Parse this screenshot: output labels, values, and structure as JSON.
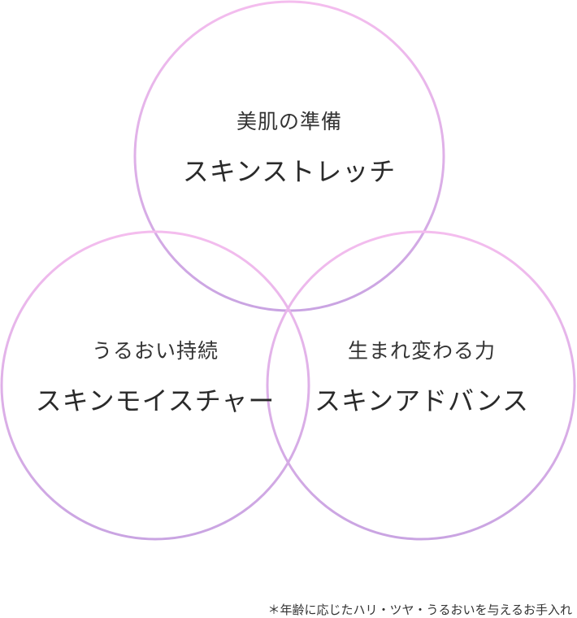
{
  "circles": [
    {
      "subtitle": "美肌の準備",
      "title": "スキンストレッチ"
    },
    {
      "subtitle": "うるおい持続",
      "title": "スキンモイスチャー"
    },
    {
      "subtitle": "生まれ変わる力",
      "title": "スキンアドバンス"
    }
  ],
  "footnote": "＊年齢に応じたハリ・ツヤ・うるおいを与えるお手入れ",
  "colors": {
    "gradient_top": "#f4bdee",
    "gradient_bottom": "#c9a4e2",
    "text": "#2b2b2b"
  }
}
